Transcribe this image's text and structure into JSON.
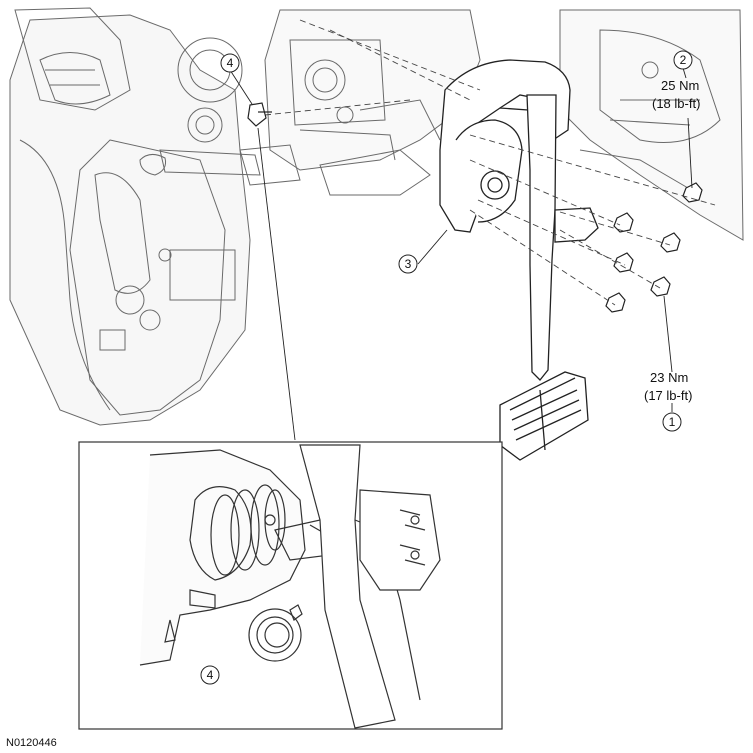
{
  "figure_id": "N0120446",
  "callouts": {
    "c1": "1",
    "c2": "2",
    "c3": "3",
    "c4_main": "4",
    "c4_inset": "4"
  },
  "torque": {
    "upper_nm": "25 Nm",
    "upper_lbft": "(18 lb-ft)",
    "lower_nm": "23 Nm",
    "lower_lbft": "(17 lb-ft)"
  }
}
